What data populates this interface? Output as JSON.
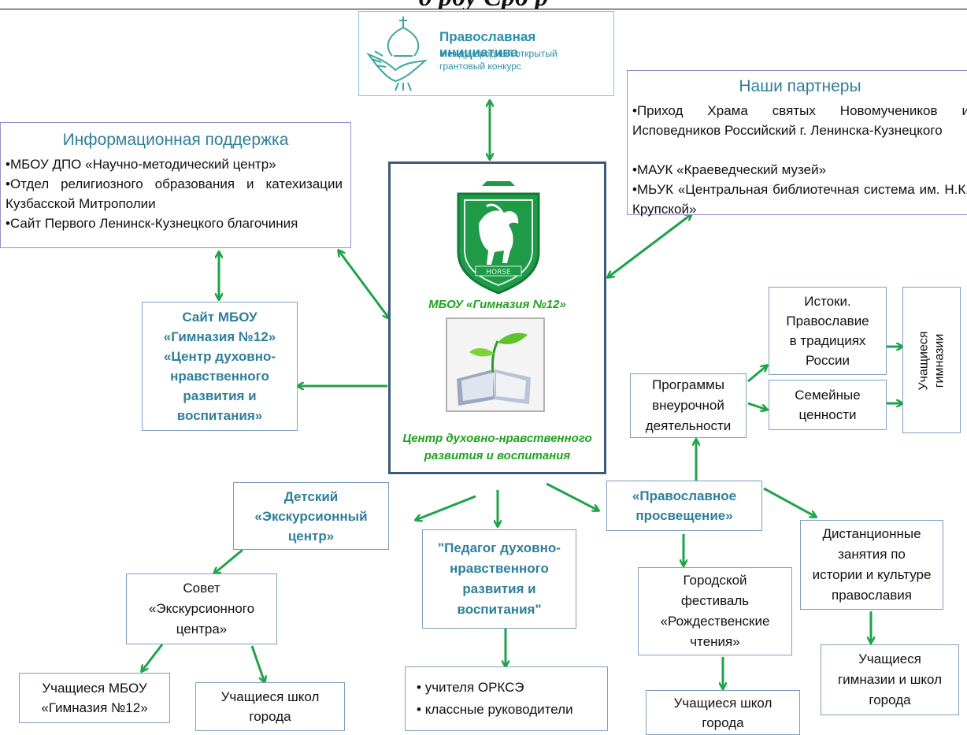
{
  "header": {
    "title_fragment": "д рбу Срб р"
  },
  "logo": {
    "title": "Православная инициатива",
    "subtitle_line1": "Международный открытый",
    "subtitle_line2": "грантовый конкурс"
  },
  "info_support": {
    "title": "Информационная поддержка",
    "items": [
      "•МБОУ ДПО «Научно-методический центр»",
      "•Отдел религиозного образования и катехизации Кузбасской Митрополии",
      "•Сайт Первого Ленинск-Кузнецкого благочиния"
    ]
  },
  "partners": {
    "title": "Наши партнеры",
    "items": [
      "•Приход Храма святых Новомучеников и Исповедников Российский г. Ленинска-Кузнецкого",
      "•МАУК «Краеведческий музей»",
      "•МЬУК «Центральная библиотечная система им. Н.К. Крупской»"
    ]
  },
  "center": {
    "school": "МБОУ «Гимназия №12»",
    "emblem_text": "HORSE",
    "center_line1": "Центр духовно-нравственного",
    "center_line2": "развития и воспитания"
  },
  "site_box": {
    "lines": [
      "Сайт МБОУ",
      "«Гимназия №12»",
      "«Центр духовно-",
      "нравственного",
      "развития и",
      "воспитания»"
    ]
  },
  "programs": {
    "lines": [
      "Программы",
      "внеурочной",
      "деятельности"
    ]
  },
  "istoki": {
    "lines": [
      "Истоки.",
      "Православие",
      "в традициях",
      "России"
    ]
  },
  "family": {
    "lines": [
      "Семейные",
      "ценности"
    ]
  },
  "students_gym": {
    "line1": "Учащиеся",
    "line2": "гимназии"
  },
  "excursion": {
    "lines": [
      "Детский",
      "«Экскурсионный",
      "центр»"
    ]
  },
  "pedagog": {
    "lines": [
      "\"Педагог духовно-",
      "нравственного",
      "развития и",
      "воспитания\""
    ]
  },
  "orthodox": {
    "lines": [
      "«Православное",
      "просвещение»"
    ]
  },
  "distance": {
    "lines": [
      "Дистанционные",
      "занятия по",
      "истории и культуре",
      "православия"
    ]
  },
  "council": {
    "lines": [
      "Совет",
      "«Экскурсионного",
      "центра»"
    ]
  },
  "festival": {
    "lines": [
      "Городской",
      "фестиваль",
      "«Рождественские",
      "чтения»"
    ]
  },
  "teachers": {
    "items": [
      "учителя ОРКСЭ",
      "классные руководители"
    ]
  },
  "st_mbou": {
    "lines": [
      "Учащиеся МБОУ",
      "«Гимназия №12»"
    ]
  },
  "st_city1": {
    "lines": [
      "Учащиеся школ",
      "города"
    ]
  },
  "st_city2": {
    "lines": [
      "Учащиеся школ",
      "города"
    ]
  },
  "st_gym_city": {
    "lines": [
      "Учащиеся",
      "гимназии и школ",
      "города"
    ]
  },
  "colors": {
    "arrow": "#1fa24a",
    "box_border": "#7f9fbf",
    "purple_border": "#9b8ccc",
    "center_border": "#3b5a7a",
    "teal_text": "#2e7f9a",
    "green_text": "#1fa21f"
  }
}
